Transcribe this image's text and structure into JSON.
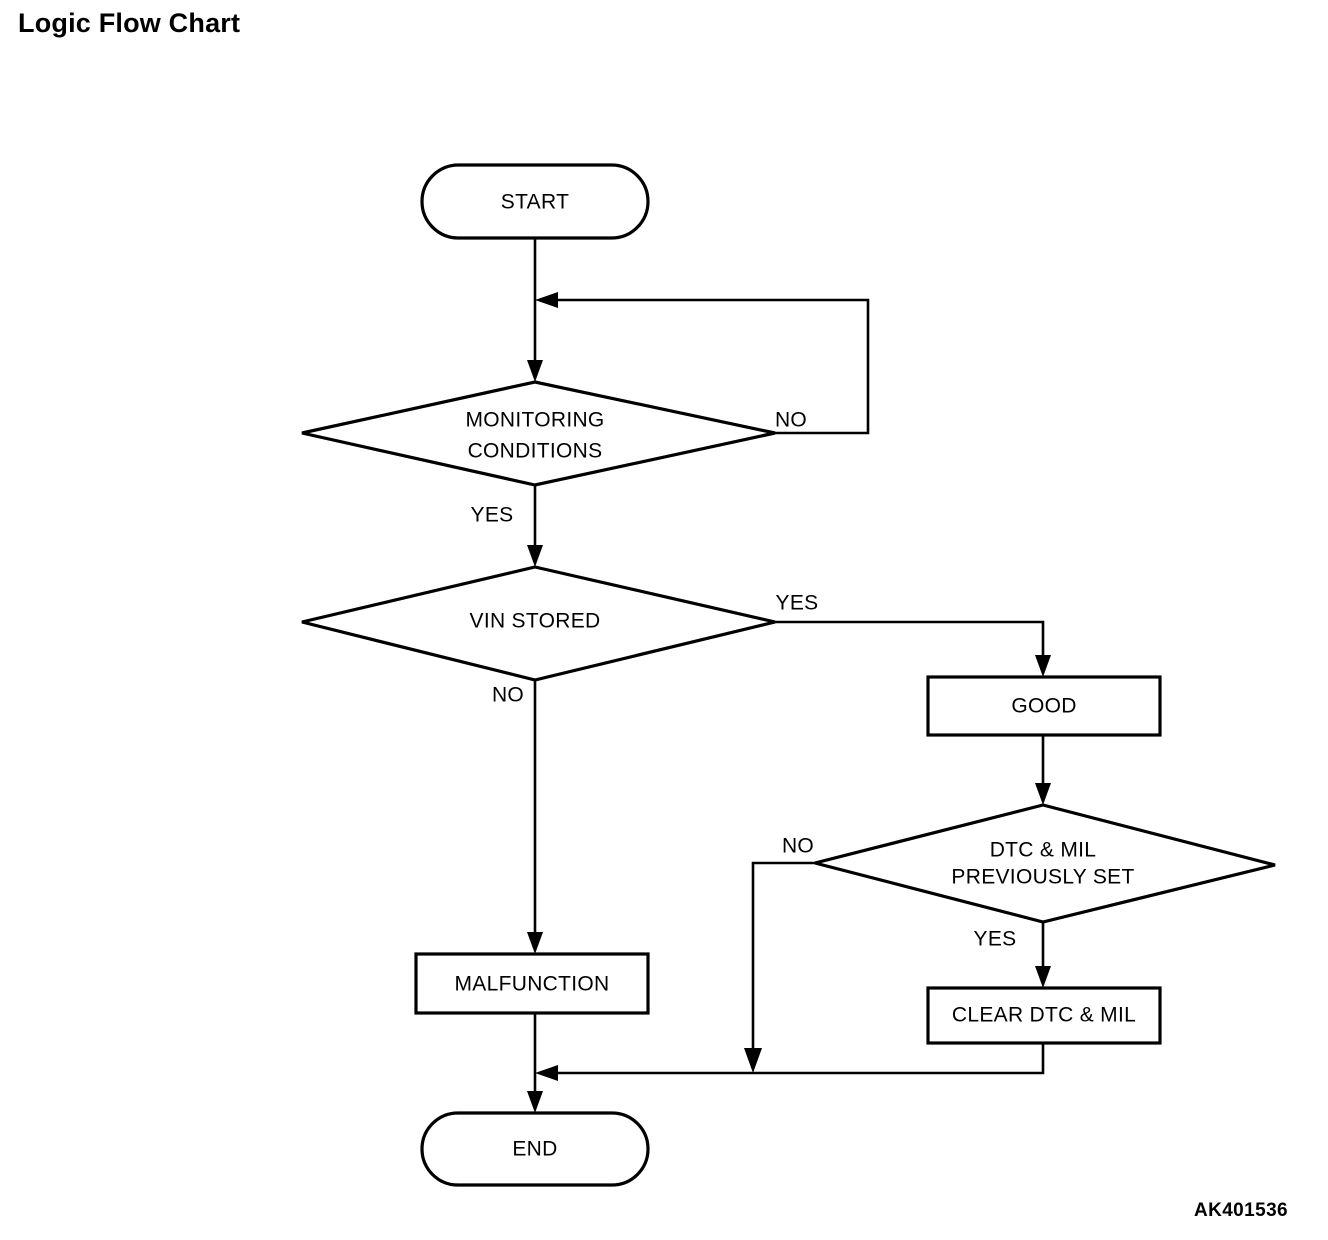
{
  "page": {
    "title": "Logic Flow Chart",
    "watermark": "AK401536",
    "background_color": "#ffffff",
    "line_color": "#000000"
  },
  "chart_data": {
    "type": "diagram",
    "diagram_kind": "flowchart",
    "title": "Logic Flow Chart",
    "nodes": [
      {
        "id": "start",
        "shape": "terminator",
        "label": "START"
      },
      {
        "id": "monitoring",
        "shape": "decision",
        "label": "MONITORING CONDITIONS",
        "label_line1": "MONITORING",
        "label_line2": "CONDITIONS"
      },
      {
        "id": "vin",
        "shape": "decision",
        "label": "VIN STORED"
      },
      {
        "id": "good",
        "shape": "process",
        "label": "GOOD"
      },
      {
        "id": "dtcmil",
        "shape": "decision",
        "label": "DTC & MIL PREVIOUSLY SET",
        "label_line1": "DTC & MIL",
        "label_line2": "PREVIOUSLY SET"
      },
      {
        "id": "malfunction",
        "shape": "process",
        "label": "MALFUNCTION"
      },
      {
        "id": "clear",
        "shape": "process",
        "label": "CLEAR DTC & MIL"
      },
      {
        "id": "end",
        "shape": "terminator",
        "label": "END"
      }
    ],
    "edges": [
      {
        "from": "start",
        "to": "monitoring",
        "label": ""
      },
      {
        "from": "monitoring",
        "to": "monitoring",
        "label": "NO"
      },
      {
        "from": "monitoring",
        "to": "vin",
        "label": "YES"
      },
      {
        "from": "vin",
        "to": "good",
        "label": "YES"
      },
      {
        "from": "vin",
        "to": "malfunction",
        "label": "NO"
      },
      {
        "from": "good",
        "to": "dtcmil",
        "label": ""
      },
      {
        "from": "dtcmil",
        "to": "end",
        "label": "NO"
      },
      {
        "from": "dtcmil",
        "to": "clear",
        "label": "YES"
      },
      {
        "from": "clear",
        "to": "end",
        "label": ""
      },
      {
        "from": "malfunction",
        "to": "end",
        "label": ""
      }
    ]
  },
  "labels": {
    "start": "START",
    "monitoring_line1": "MONITORING",
    "monitoring_line2": "CONDITIONS",
    "monitoring_no": "NO",
    "monitoring_yes": "YES",
    "vin_stored": "VIN STORED",
    "vin_yes": "YES",
    "vin_no": "NO",
    "good": "GOOD",
    "dtc_line1": "DTC & MIL",
    "dtc_line2": "PREVIOUSLY SET",
    "dtc_no": "NO",
    "dtc_yes": "YES",
    "malfunction": "MALFUNCTION",
    "clear_dtc_mil": "CLEAR DTC & MIL",
    "end": "END"
  }
}
